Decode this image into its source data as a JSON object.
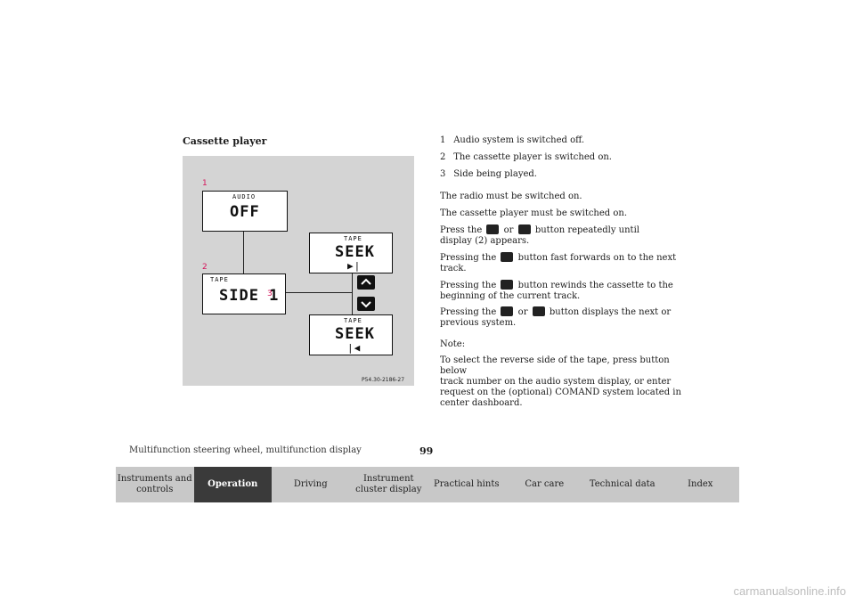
{
  "section_title": "Cassette player",
  "figure": {
    "display_audio": {
      "small": "AUDIO",
      "big": "OFF"
    },
    "display_tape": {
      "small": "TAPE",
      "big": "SIDE 1"
    },
    "display_seek_next": {
      "small": "TAPE",
      "big": "SEEK",
      "symbol": "▶|"
    },
    "display_seek_prev": {
      "small": "TAPE",
      "big": "SEEK",
      "symbol": "|◀"
    },
    "callouts": [
      "1",
      "2",
      "3"
    ],
    "code": "P54.30-2186-27",
    "callout_color": "#d4145a"
  },
  "numbered_items": [
    {
      "n": "1",
      "text": "Audio system is switched off."
    },
    {
      "n": "2",
      "text": "The cassette player is switched on."
    },
    {
      "n": "3",
      "text": "Side being played."
    }
  ],
  "paragraphs": {
    "p1": "The radio must be switched on.",
    "p2": "The cassette player must be switched on.",
    "p3_a": "Press the",
    "p3_or": "or",
    "p3_b": "button repeatedly until",
    "p3_c": "display (2) appears.",
    "p4_a": "Pressing the",
    "p4_b": "button fast forwards on to the next",
    "p4_c": "track.",
    "p5_a": "Pressing the",
    "p5_b": "button rewinds the cassette to the",
    "p5_c": "beginning of the current track.",
    "p6_a": "Pressing the",
    "p6_or": "or",
    "p6_b": "button displays the next or",
    "p6_c": "previous system.",
    "note_label": "Note:",
    "note_1": "To select the reverse side of the tape, press button below",
    "note_2": "track number on the audio system display, or enter",
    "note_3": "request on the (optional) COMAND system located in",
    "note_4": "center dashboard."
  },
  "footer": {
    "title": "Multifunction steering wheel, multifunction display",
    "page": "99"
  },
  "nav": {
    "tabs": [
      {
        "label": "Instruments and controls",
        "active": false
      },
      {
        "label": "Operation",
        "active": true
      },
      {
        "label": "Driving",
        "active": false
      },
      {
        "label": "Instrument cluster display",
        "active": false
      },
      {
        "label": "Practical hints",
        "active": false
      },
      {
        "label": "Car care",
        "active": false
      },
      {
        "label": "Technical data",
        "active": false
      },
      {
        "label": "Index",
        "active": false
      }
    ]
  },
  "watermark": "carmanualsonline.info"
}
